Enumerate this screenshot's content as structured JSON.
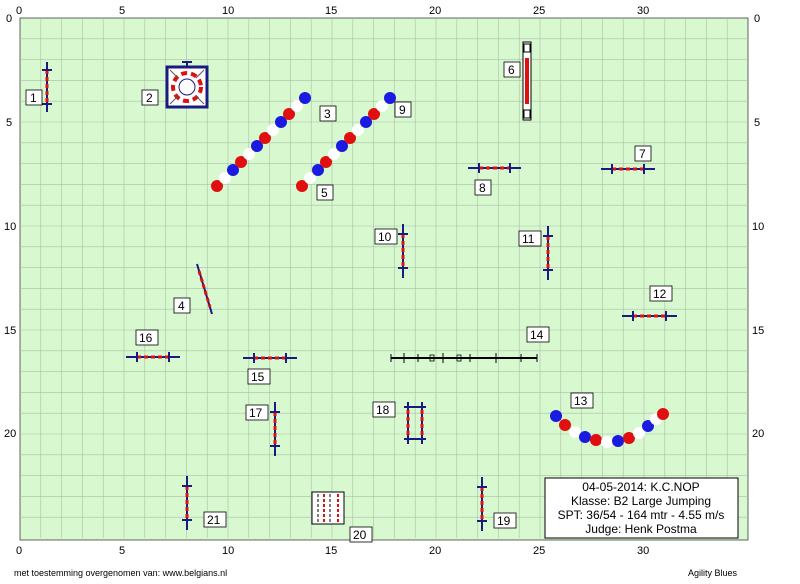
{
  "axis": {
    "x_ticks": [
      "0",
      "5",
      "10",
      "15",
      "20",
      "25",
      "30"
    ],
    "y_ticks": [
      "0",
      "5",
      "10",
      "15",
      "20"
    ]
  },
  "obstacles": {
    "o1": "1",
    "o2": "2",
    "o3": "3",
    "o4": "4",
    "o5": "5",
    "o6": "6",
    "o7": "7",
    "o8": "8",
    "o9": "9",
    "o10": "10",
    "o11": "11",
    "o12": "12",
    "o13": "13",
    "o14": "14",
    "o15": "15",
    "o16": "16",
    "o17": "17",
    "o18": "18",
    "o19": "19",
    "o20": "20",
    "o21": "21"
  },
  "info": {
    "date_club": "04-05-2014: K.C.NOP",
    "class": "Klasse: B2 Large Jumping",
    "spt": "SPT: 36/54 - 164 mtr - 4.55 m/s",
    "judge": "Judge: Henk Postma"
  },
  "footer": {
    "credit": "met toestemming overgenomen van: www.belgians.nl",
    "brand": "Agility Blues"
  },
  "colors": {
    "field": "#d8f8d0",
    "grid": "#a9bfa4",
    "jump_pole": "#1a1a80",
    "tunnel_red": "#e01010",
    "tunnel_blue": "#1a1ae0"
  }
}
